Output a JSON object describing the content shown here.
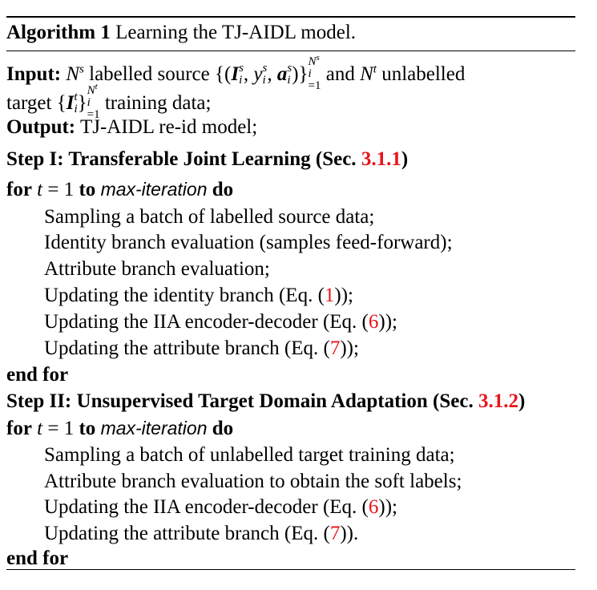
{
  "caption": {
    "label": "Algorithm 1",
    "title": "Learning the TJ-AIDL model."
  },
  "input": {
    "label": "Input:",
    "text_1": "labelled source",
    "text_2": "and",
    "text_3": "unlabelled",
    "text_4": "target",
    "text_5": "training data;"
  },
  "output": {
    "label": "Output:",
    "text": "TJ-AIDL re-id model;"
  },
  "step1": {
    "heading": "Step I: Transferable Joint Learning (Sec.",
    "ref": "3.1.1",
    "close": ")",
    "loop_for": "for",
    "loop_to": "to",
    "loop_max": "max-iteration",
    "loop_do": "do",
    "items": [
      {
        "text": "Sampling a batch of labelled source data;"
      },
      {
        "text": "Identity branch evaluation (samples feed-forward);"
      },
      {
        "text": "Attribute branch evaluation;"
      },
      {
        "pre": "Updating the identity branch (Eq. (",
        "ref": "1",
        "post": "));"
      },
      {
        "pre": "Updating the IIA encoder-decoder (Eq. (",
        "ref": "6",
        "post": "));"
      },
      {
        "pre": "Updating the attribute branch (Eq. (",
        "ref": "7",
        "post": "));"
      }
    ],
    "end": "end for"
  },
  "step2": {
    "heading": "Step II: Unsupervised Target Domain Adaptation (Sec.",
    "ref": "3.1.2",
    "close": ")",
    "loop_for": "for",
    "loop_to": "to",
    "loop_max": "max-iteration",
    "loop_do": "do",
    "items": [
      {
        "text": "Sampling a batch of unlabelled target training data;"
      },
      {
        "text": "Attribute branch evaluation to obtain the soft labels;"
      },
      {
        "pre": "Updating the IIA encoder-decoder (Eq. (",
        "ref": "6",
        "post": "));"
      },
      {
        "pre": "Updating the attribute branch (Eq. (",
        "ref": "7",
        "post": "))."
      }
    ],
    "end": "end for"
  },
  "colors": {
    "text": "#000000",
    "reference": "#e8141b",
    "background": "#ffffff"
  }
}
